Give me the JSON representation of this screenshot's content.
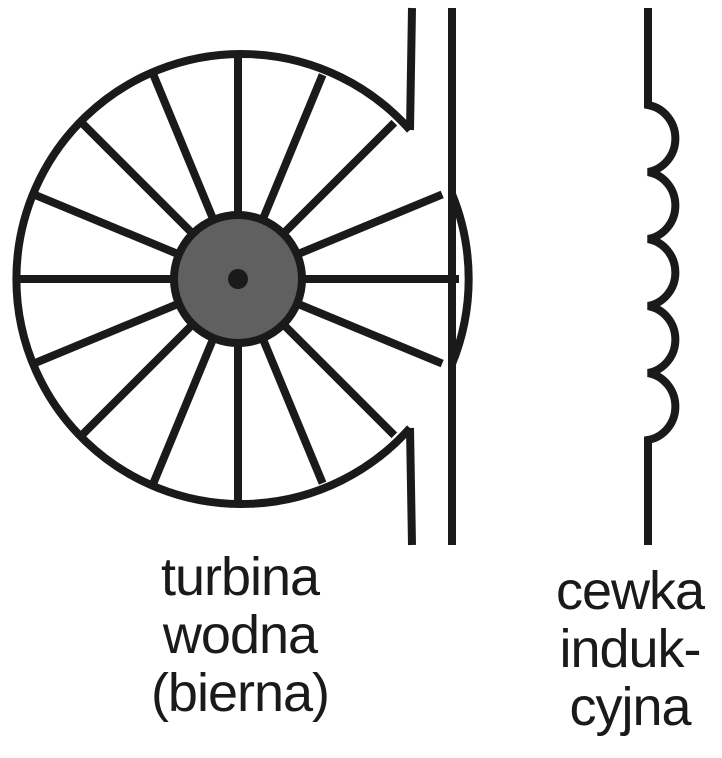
{
  "turbine": {
    "label_lines": [
      "turbina",
      "wodna",
      "(bierna)"
    ]
  },
  "coil": {
    "label_lines": [
      "cewka",
      "induk-",
      "cyjna"
    ]
  },
  "colors": {
    "stroke": "#1a1a1a",
    "hub_fill": "#606060",
    "background": "#ffffff"
  }
}
